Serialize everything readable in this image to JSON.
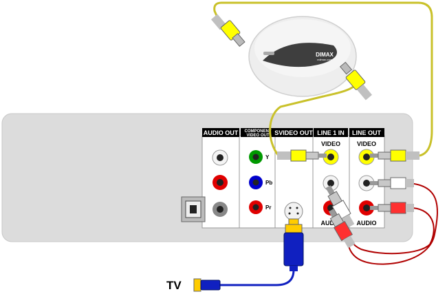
{
  "sections": {
    "audio_out": "AUDIO OUT",
    "component_line1": "COMPONENT",
    "component_line2": "VIDEO OUT",
    "svideo_out": "SVIDEO OUT",
    "line1_in": "LINE 1 IN",
    "line_out": "LINE OUT"
  },
  "labels": {
    "y": "Y",
    "pb": "Pb",
    "pr": "Pr",
    "video_line1": "VIDEO",
    "video_lineout": "VIDEO",
    "audio_line1": "AUDIO",
    "audio_lineout": "AUDIO",
    "tv": "TV"
  },
  "device": {
    "brand": "DIMAX",
    "url": "edimax.com"
  },
  "colors": {
    "panel": "#dcdcdc",
    "yellow": "#ffff00",
    "red": "#e00000",
    "white": "#ffffff",
    "green": "#009900",
    "blue": "#0000cc",
    "cable_yellow": "#c9c12a",
    "cable_red": "#b00000",
    "cable_blue": "#1020c0"
  },
  "icons": [
    "rca-jack",
    "svideo-jack",
    "optical-jack",
    "rca-plug",
    "svideo-plug",
    "wireless-adapter"
  ]
}
